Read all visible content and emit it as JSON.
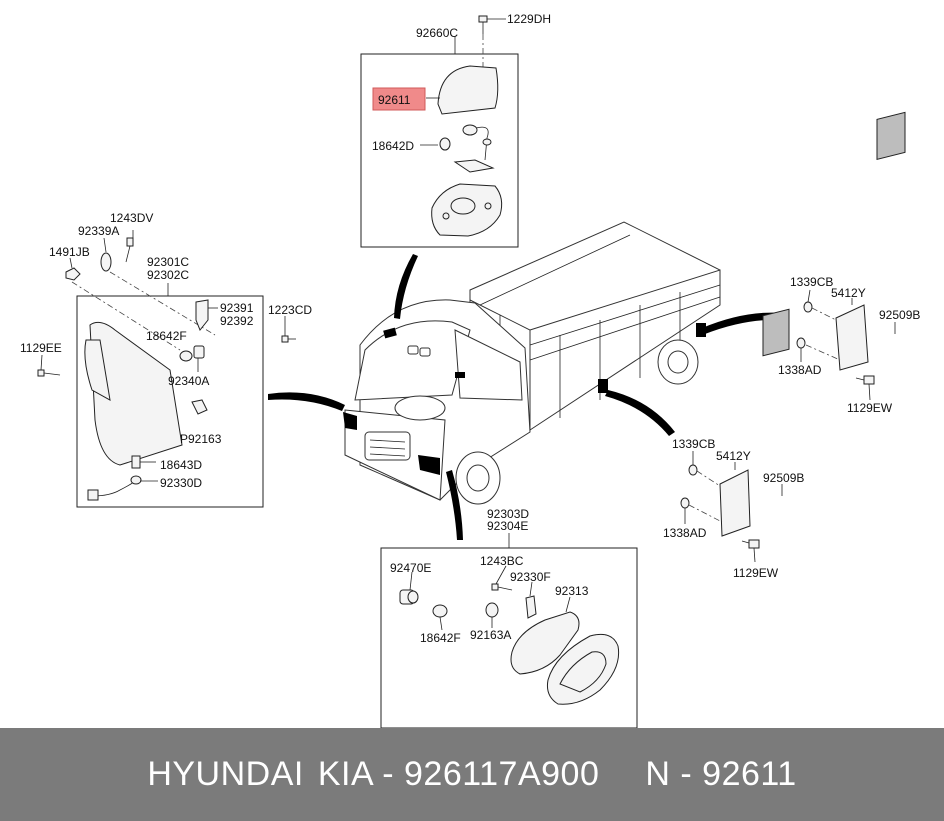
{
  "callouts": {
    "p1229DH": "1229DH",
    "p92660C": "92660C",
    "p92611": "92611",
    "p18642D": "18642D",
    "p1243DV": "1243DV",
    "p92339A": "92339A",
    "p1491JB": "1491JB",
    "p92301C": "92301C",
    "p92302C": "92302C",
    "p92391": "92391",
    "p92392": "92392",
    "p1223CD": "1223CD",
    "p18642F_left": "18642F",
    "p1129EE": "1129EE",
    "p92340A": "92340A",
    "pP92163": "P92163",
    "p18643D": "18643D",
    "p92330D": "92330D",
    "p1339CB_top": "1339CB",
    "p5412Y_top": "5412Y",
    "p92509B_top": "92509B",
    "p1338AD_top": "1338AD",
    "p1129EW_top": "1129EW",
    "p1339CB_mid": "1339CB",
    "p5412Y_mid": "5412Y",
    "p92509B_mid": "92509B",
    "p1338AD_mid": "1338AD",
    "p1129EW_mid": "1129EW",
    "p92303D": "92303D",
    "p92304E": "92304E",
    "p92470E": "92470E",
    "p1243BC": "1243BC",
    "p92330F": "92330F",
    "p92313": "92313",
    "p18642F_bottom": "18642F",
    "p92163A": "92163A"
  },
  "highlight_color": "#f08a8a",
  "footer": {
    "brand1": "HYUNDAI",
    "brand2": "KIA",
    "dash1": "-",
    "oem": "926117A900",
    "n_label": "N",
    "dash2": "-",
    "number": "92611"
  },
  "colors": {
    "footer_bg": "#7b7b7b",
    "footer_text": "#ffffff"
  }
}
